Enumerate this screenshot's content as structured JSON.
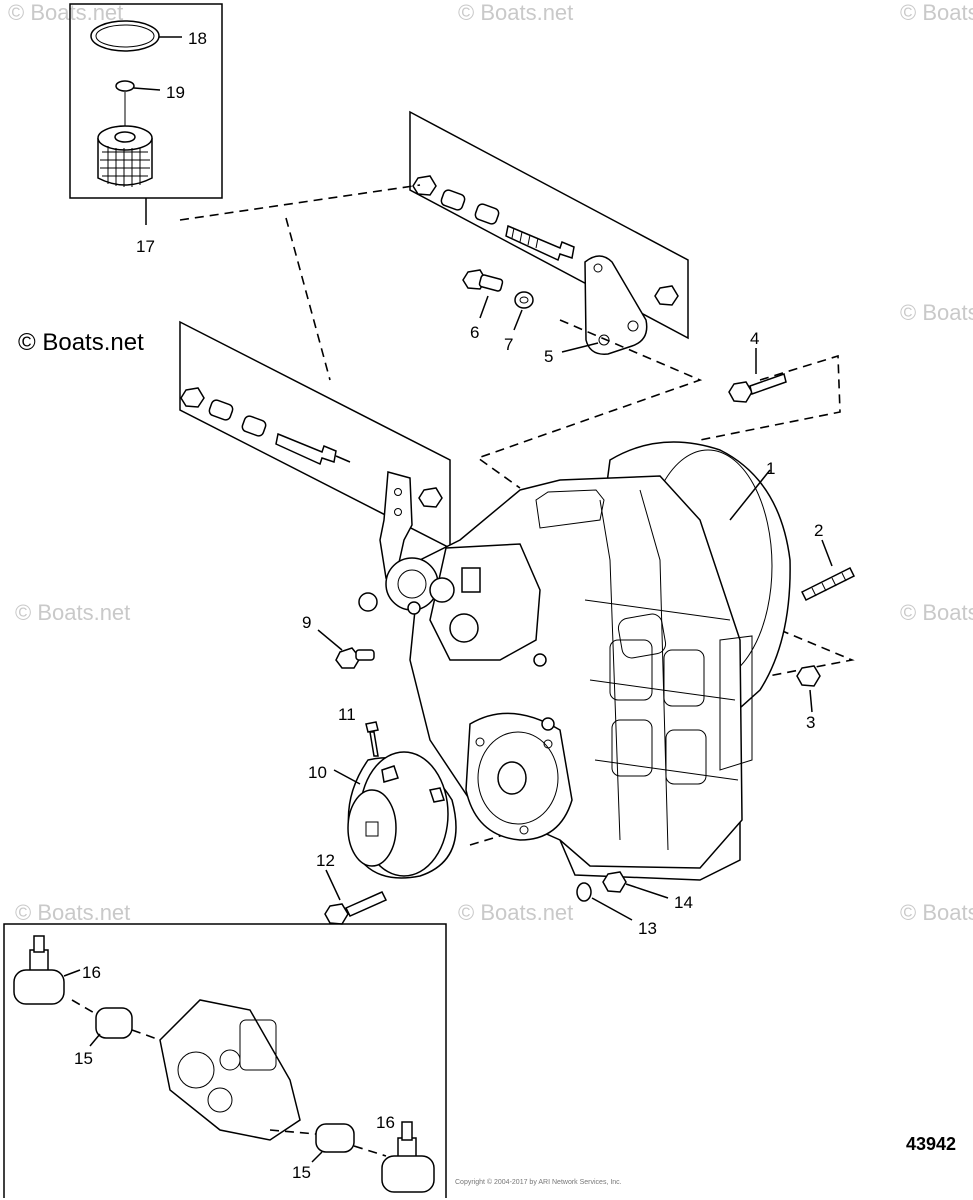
{
  "watermarks": {
    "main": "© Boats.net",
    "repeat": "© Boats.net"
  },
  "callouts": [
    {
      "id": "1",
      "text": "1"
    },
    {
      "id": "2",
      "text": "2"
    },
    {
      "id": "3",
      "text": "3"
    },
    {
      "id": "4",
      "text": "4"
    },
    {
      "id": "5",
      "text": "5"
    },
    {
      "id": "6",
      "text": "6"
    },
    {
      "id": "7",
      "text": "7"
    },
    {
      "id": "9",
      "text": "9"
    },
    {
      "id": "10",
      "text": "10"
    },
    {
      "id": "11",
      "text": "11"
    },
    {
      "id": "12",
      "text": "12"
    },
    {
      "id": "13",
      "text": "13"
    },
    {
      "id": "14",
      "text": "14"
    },
    {
      "id": "15a",
      "text": "15"
    },
    {
      "id": "15b",
      "text": "15"
    },
    {
      "id": "16a",
      "text": "16"
    },
    {
      "id": "16b",
      "text": "16"
    },
    {
      "id": "17",
      "text": "17"
    },
    {
      "id": "18",
      "text": "18"
    },
    {
      "id": "19",
      "text": "19"
    }
  ],
  "figure_number": "43942",
  "copyright_note": "Copyright © 2004-2017 by ARI Network Services, Inc."
}
